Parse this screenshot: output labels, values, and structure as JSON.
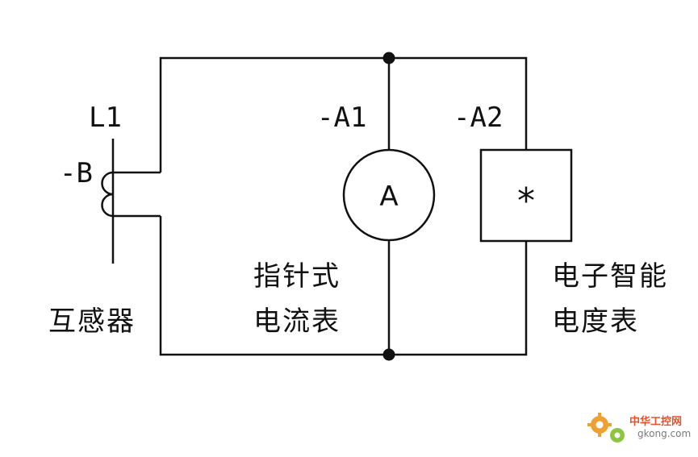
{
  "labels": {
    "l1": "L1",
    "b": "-B",
    "a1": "-A1",
    "a2": "-A2"
  },
  "symbols": {
    "ammeter": "A",
    "meter": "*"
  },
  "captions": {
    "transformer": "互感器",
    "pointer_line1": "指针式",
    "pointer_line2": "电流表",
    "smart_line1": "电子智能",
    "smart_line2": "电度表"
  },
  "watermark": {
    "site_cn": "中华工控网",
    "site_url": "gkong.com"
  },
  "colors": {
    "line": "#111111",
    "watermark_orange": "#e8502a",
    "watermark_green": "#8cc63f"
  }
}
